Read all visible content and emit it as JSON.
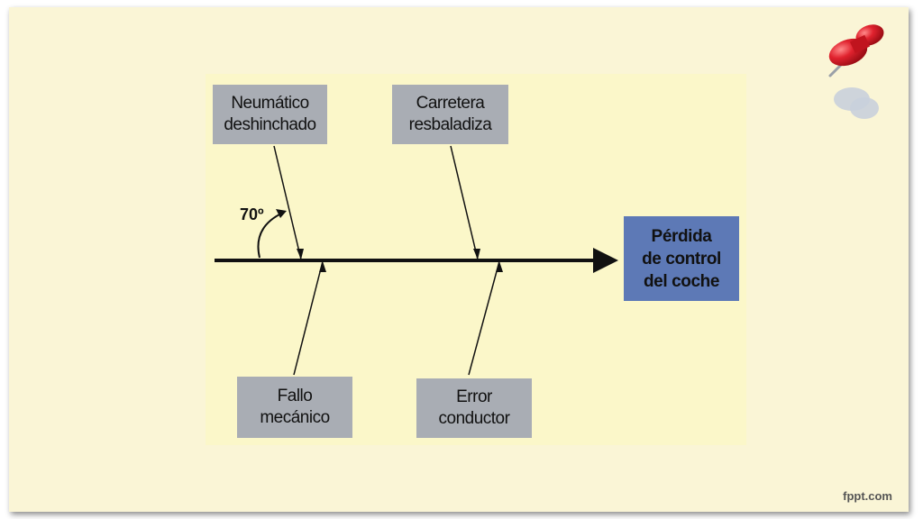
{
  "diagram": {
    "effect": "Pérdida\nde control\ndel coche",
    "causes": {
      "top_left": "Neumático\ndeshinchado",
      "top_right": "Carretera\nresbaladiza",
      "bottom_left": "Fallo\nmecánico",
      "bottom_right": "Error\nconductor"
    },
    "angle_label": "70º"
  },
  "watermark": "fppt.com",
  "icons": {
    "decoration": "pushpin-icon"
  },
  "colors": {
    "slide_background": "#faf5d6",
    "figure_background": "#fbf7c9",
    "cause_box": "#a9adb4",
    "effect_box": "#5d79b6",
    "pushpin": "#d81e2a"
  }
}
